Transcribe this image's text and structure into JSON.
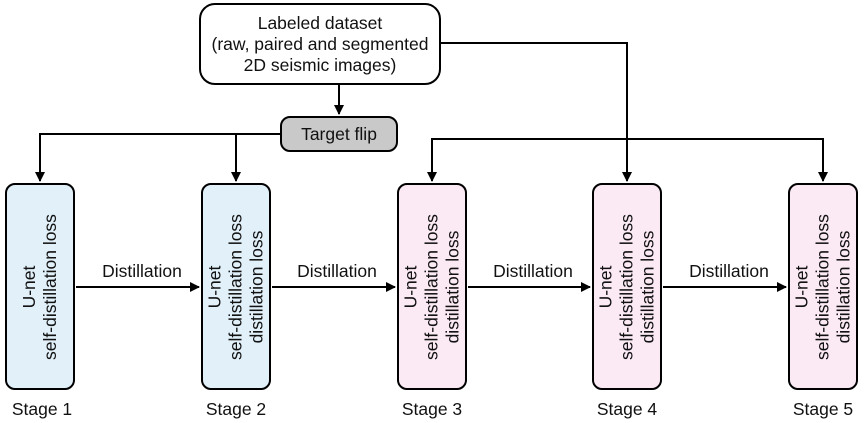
{
  "dataset": {
    "title": "Labeled dataset",
    "line2": "(raw, paired and segmented",
    "line3": "2D seismic images)"
  },
  "target_flip": "Target flip",
  "distillation_label": "Distillation",
  "stages": [
    {
      "label": "Stage 1",
      "lines": [
        "U-net",
        "self-distillation loss"
      ],
      "color": "#e1f0f9"
    },
    {
      "label": "Stage 2",
      "lines": [
        "U-net",
        "self-distillation loss",
        "distillation loss"
      ],
      "color": "#e1f0f9"
    },
    {
      "label": "Stage 3",
      "lines": [
        "U-net",
        "self-distillation loss",
        "distillation loss"
      ],
      "color": "#fbe9f4"
    },
    {
      "label": "Stage 4",
      "lines": [
        "U-net",
        "self-distillation loss",
        "distillation loss"
      ],
      "color": "#fbe9f4"
    },
    {
      "label": "Stage 5",
      "lines": [
        "U-net",
        "self-distillation loss",
        "distillation loss"
      ],
      "color": "#fbe9f4"
    }
  ],
  "colors": {
    "blue_fill": "#e1f0f9",
    "pink_fill": "#fbe9f4",
    "flip_fill": "#c9c9c9",
    "stroke": "#000000"
  }
}
